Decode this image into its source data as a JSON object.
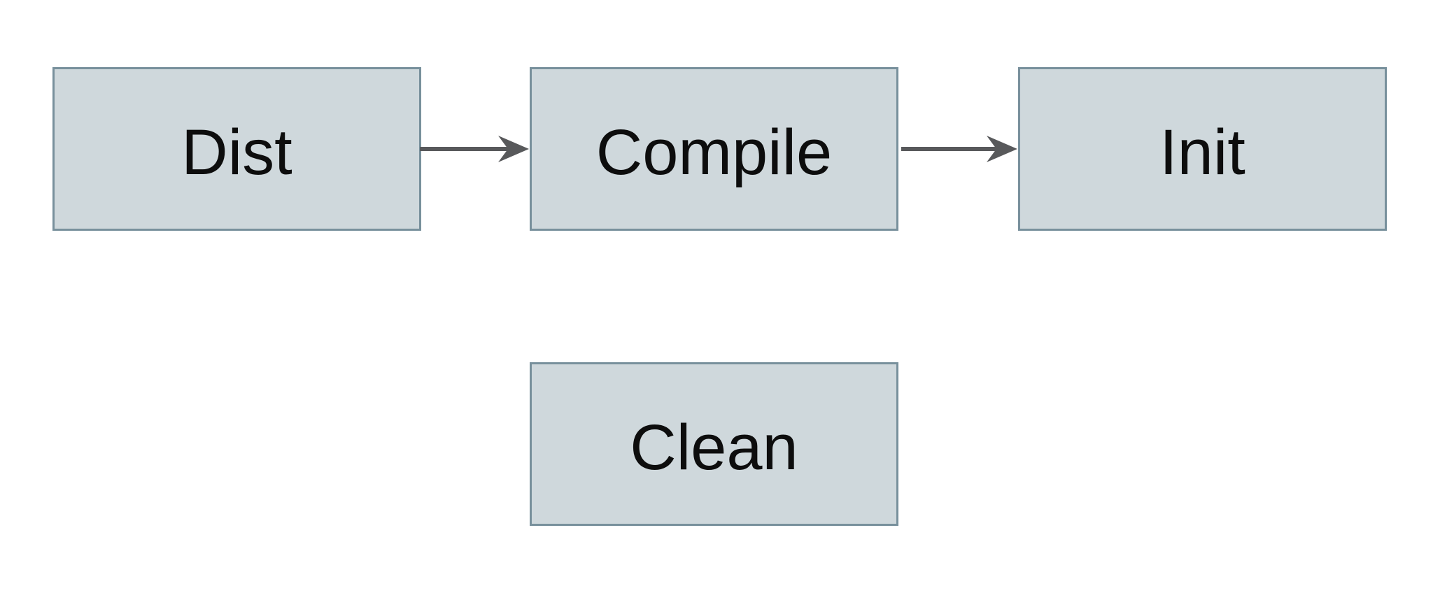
{
  "diagram": {
    "nodes": [
      {
        "id": "dist",
        "label": "Dist"
      },
      {
        "id": "compile",
        "label": "Compile"
      },
      {
        "id": "init",
        "label": "Init"
      },
      {
        "id": "clean",
        "label": "Clean"
      }
    ],
    "edges": [
      {
        "from": "Dist",
        "to": "Compile"
      },
      {
        "from": "Compile",
        "to": "Init"
      }
    ],
    "colors": {
      "node_fill": "#cfd8dc",
      "node_border": "#78909c",
      "arrow": "#58595b",
      "text": "#0d0d0d",
      "canvas_bg": "#ffffff"
    }
  }
}
